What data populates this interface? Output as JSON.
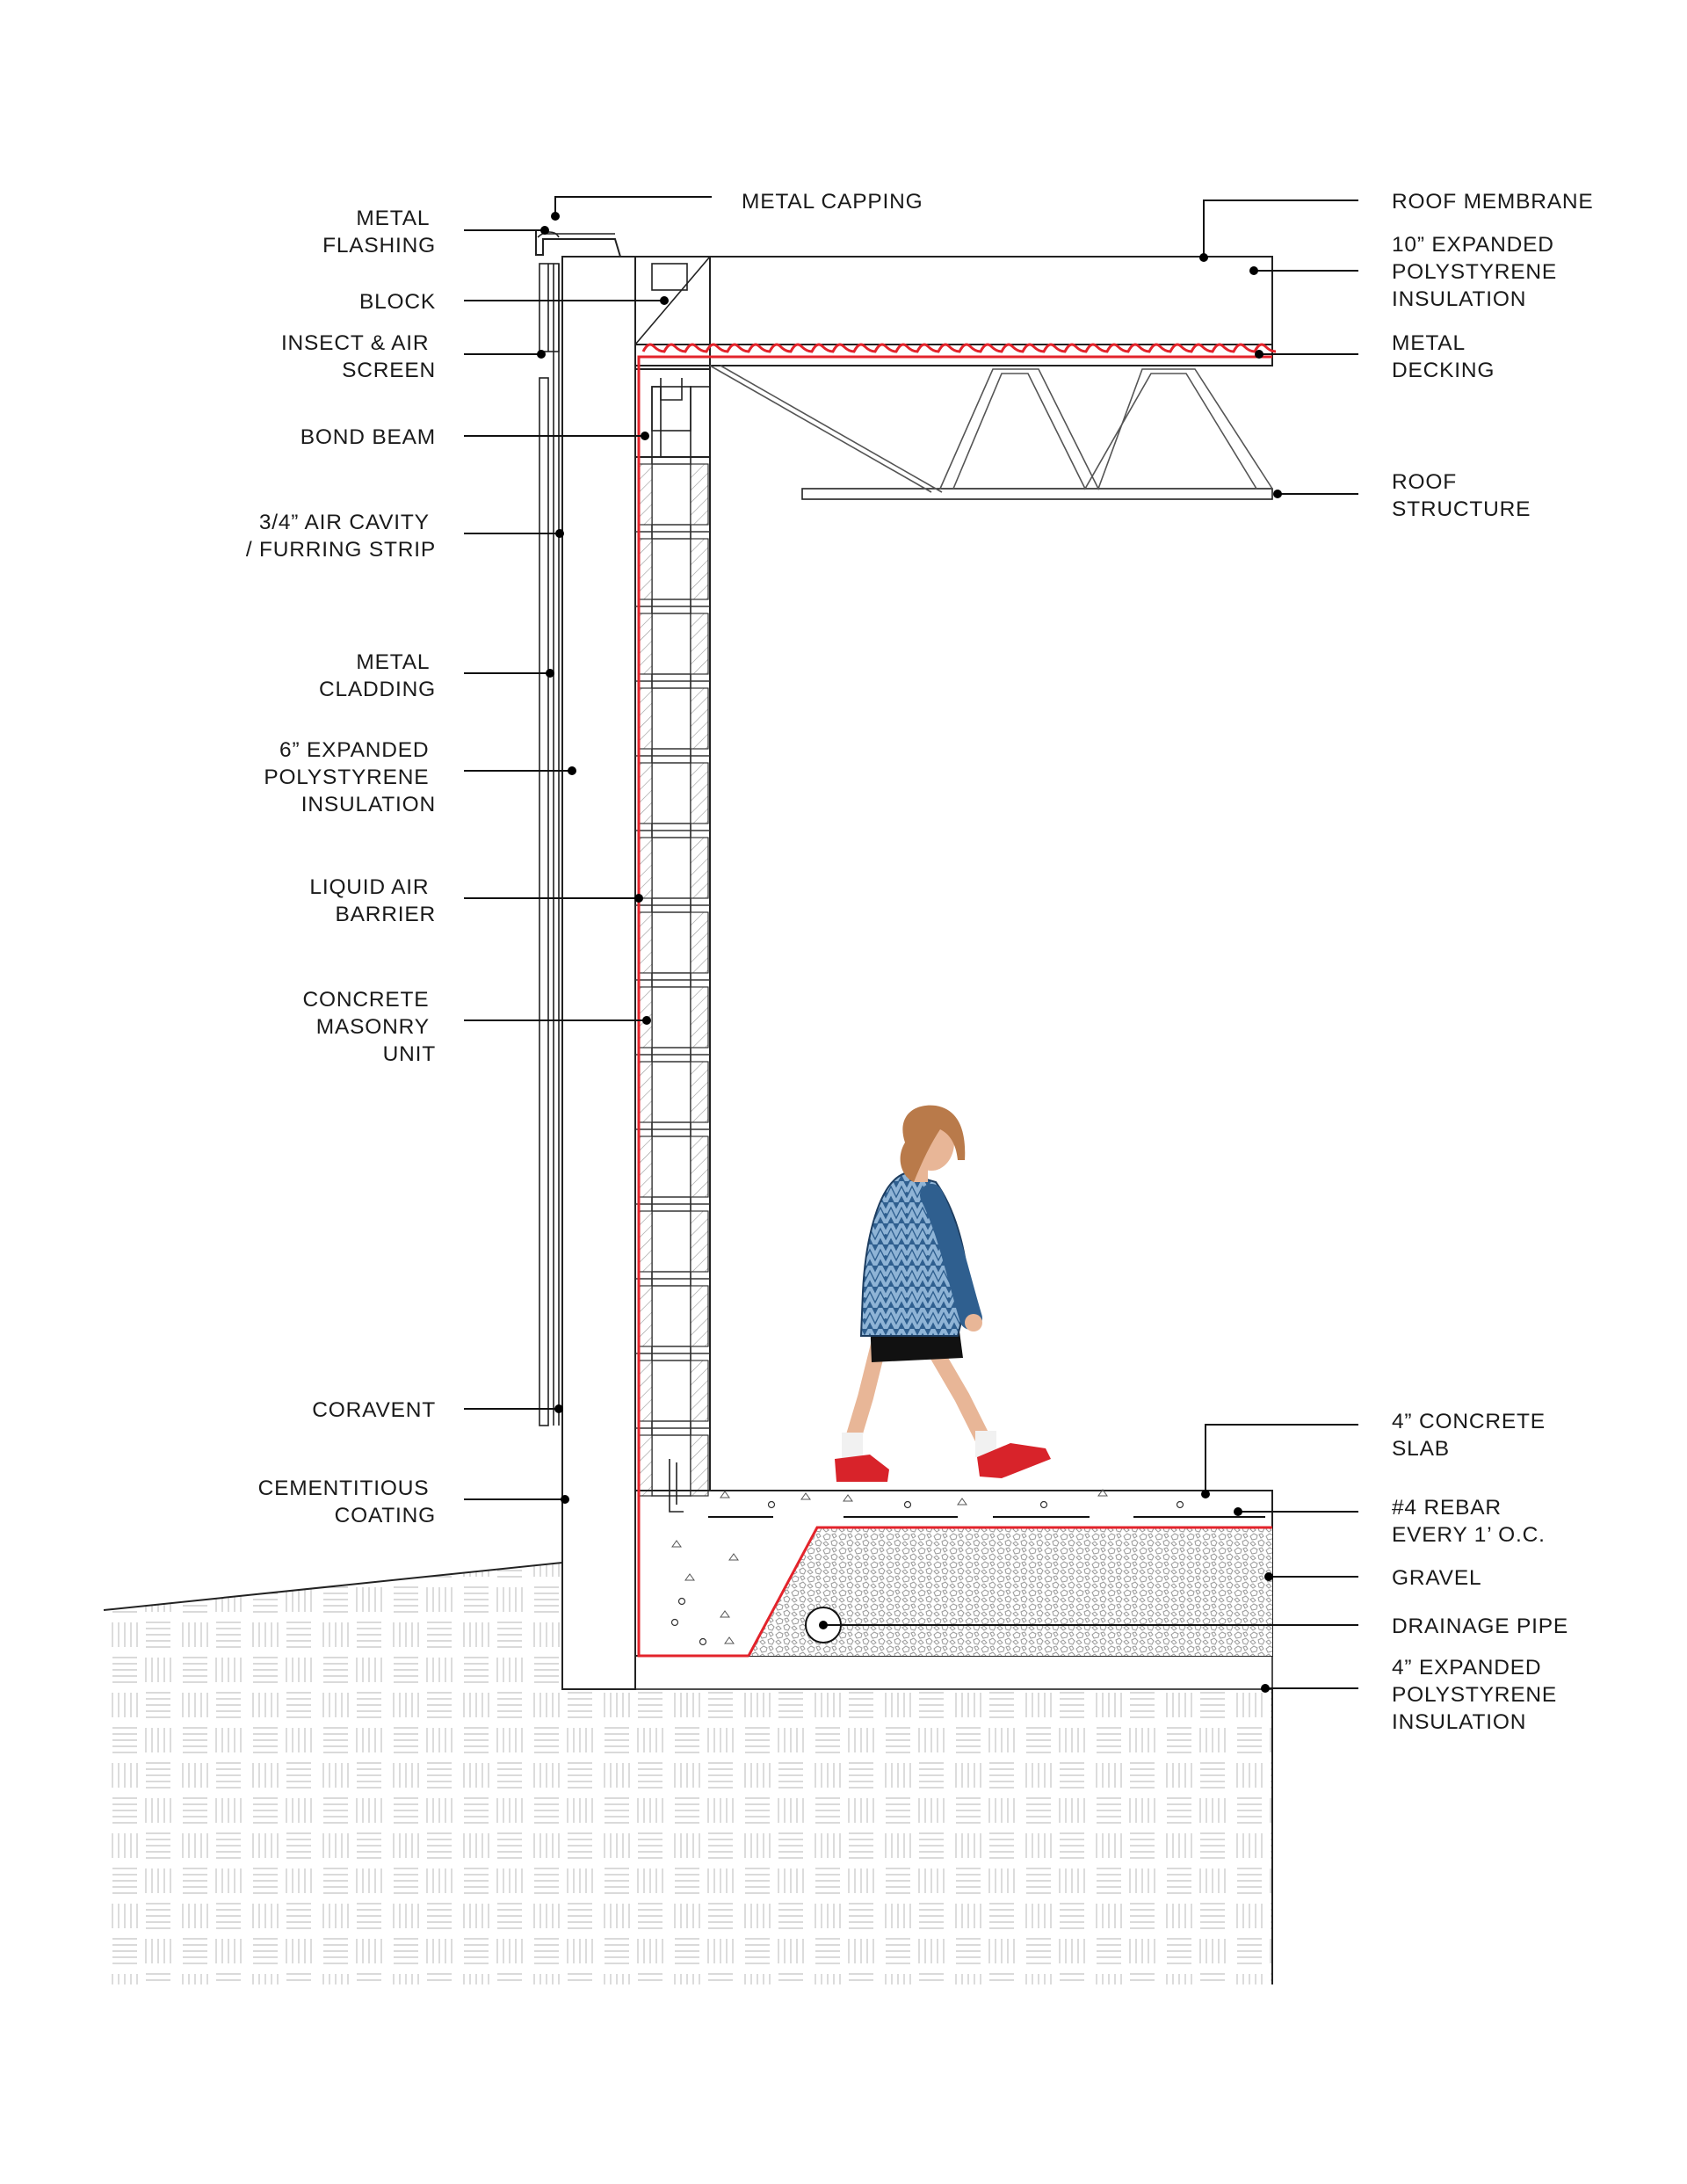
{
  "colors": {
    "air_barrier": "#e3232b",
    "line": "#222222",
    "hatch": "#b9b9b9",
    "shoe": "#d8232a",
    "jacket": "#2f5f8f",
    "hair": "#b97a4a",
    "skin": "#e8b697"
  },
  "labels": {
    "metal_capping": [
      "METAL CAPPING"
    ],
    "metal_flashing": [
      "METAL",
      "FLASHING"
    ],
    "block": [
      "BLOCK"
    ],
    "insect_air_screen": [
      "INSECT & AIR",
      "SCREEN"
    ],
    "bond_beam": [
      "BOND BEAM"
    ],
    "air_cavity": [
      "3/4” AIR CAVITY",
      "/ FURRING STRIP"
    ],
    "metal_cladding": [
      "METAL",
      "CLADDING"
    ],
    "wall_insulation": [
      "6” EXPANDED",
      "POLYSTYRENE",
      "INSULATION"
    ],
    "liquid_air_barrier": [
      "LIQUID AIR",
      "BARRIER"
    ],
    "cmu": [
      "CONCRETE",
      "MASONRY",
      "UNIT"
    ],
    "coravent": [
      "CORAVENT"
    ],
    "cementitious_coating": [
      "CEMENTITIOUS",
      "COATING"
    ],
    "roof_membrane": [
      "ROOF MEMBRANE"
    ],
    "roof_insulation": [
      "10” EXPANDED",
      "POLYSTYRENE",
      "INSULATION"
    ],
    "metal_decking": [
      "METAL",
      "DECKING"
    ],
    "roof_structure": [
      "ROOF",
      "STRUCTURE"
    ],
    "concrete_slab": [
      "4” CONCRETE",
      "SLAB"
    ],
    "rebar": [
      "#4 REBAR",
      "EVERY 1’ O.C."
    ],
    "gravel": [
      "GRAVEL"
    ],
    "drainage_pipe": [
      "DRAINAGE PIPE"
    ],
    "slab_insulation": [
      "4” EXPANDED",
      "POLYSTYRENE",
      "INSULATION"
    ]
  }
}
